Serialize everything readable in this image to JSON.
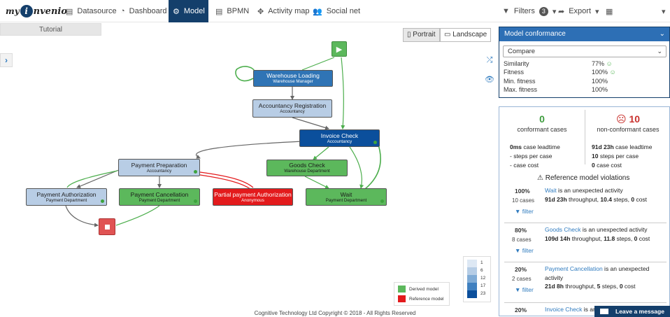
{
  "brand": {
    "my": "my",
    "i": "i",
    "name": "nvenio"
  },
  "nav": {
    "datasource": "Datasource",
    "dashboard": "Dashboard",
    "model": "Model",
    "bpmn": "BPMN",
    "activity_map": "Activity map",
    "social_net": "Social net",
    "filters": "Filters",
    "filters_count": "3",
    "export": "Export"
  },
  "tutorial": "Tutorial",
  "orientation": {
    "portrait": "Portrait",
    "landscape": "Landscape"
  },
  "nodes": {
    "warehouse_loading": {
      "title": "Warehouse Loading",
      "sub": "Warehouse Manager"
    },
    "accountancy_registration": {
      "title": "Accountancy Registration",
      "sub": "Accountancy"
    },
    "invoice_check": {
      "title": "Invoice Check",
      "sub": "Accountancy"
    },
    "payment_preparation": {
      "title": "Payment Preparation",
      "sub": "Accountancy"
    },
    "goods_check": {
      "title": "Goods Check",
      "sub": "Warehouse Department"
    },
    "payment_authorization": {
      "title": "Payment Authorization",
      "sub": "Payment Department"
    },
    "payment_cancellation": {
      "title": "Payment Cancellation",
      "sub": "Payment Department"
    },
    "partial_payment_authorization": {
      "title": "Partial payment Authorization",
      "sub": "Anonymous"
    },
    "wait": {
      "title": "Wait",
      "sub": "Payment Department"
    }
  },
  "legend": {
    "derived": "Derived model",
    "reference": "Reference model",
    "colors": {
      "derived": "#5cb85c",
      "reference": "#e31a1c"
    }
  },
  "scale": {
    "values": [
      "1",
      "6",
      "12",
      "17",
      "23"
    ],
    "colors": [
      "#dde8f4",
      "#b6cde6",
      "#7fabd6",
      "#3f80c0",
      "#0b4f9c"
    ]
  },
  "conformance": {
    "title": "Model conformance",
    "select": "Compare",
    "metrics": [
      {
        "label": "Similarity",
        "value": "77%",
        "smile": true
      },
      {
        "label": "Fitness",
        "value": "100%",
        "smile": true
      },
      {
        "label": "Min. fitness",
        "value": "100%",
        "smile": false
      },
      {
        "label": "Max. fitness",
        "value": "100%",
        "smile": false
      }
    ]
  },
  "cases": {
    "conformant_count": "0",
    "conformant_label": "conformant cases",
    "nonconformant_count": "10",
    "nonconformant_label": "non-conformant cases",
    "left": {
      "leadtime_val": "0ms",
      "leadtime_txt": " case leadtime",
      "steps": "- steps per case",
      "cost": "- case cost"
    },
    "right": {
      "leadtime_val": "91d 23h",
      "leadtime_txt": " case leadtime",
      "steps_val": "10",
      "steps_txt": " steps per case",
      "cost_val": "0",
      "cost_txt": " case cost"
    }
  },
  "violations_title": "Reference model violations",
  "violations": [
    {
      "pct": "100%",
      "cases": "10 cases",
      "activity": "Wait",
      "text": " is an unexpected activity",
      "throughput": "91d 23h",
      "steps": "10.4",
      "cost": "0"
    },
    {
      "pct": "80%",
      "cases": "8 cases",
      "activity": "Goods Check",
      "text": " is an unexpected activity",
      "throughput": "109d 14h",
      "steps": "11.8",
      "cost": "0"
    },
    {
      "pct": "20%",
      "cases": "2 cases",
      "activity": "Payment Cancellation",
      "text": " is an unexpected activity",
      "throughput": "21d 8h",
      "steps": "5",
      "cost": "0"
    },
    {
      "pct": "20%",
      "activity": "Invoice Check",
      "text": " is an unexpected activity"
    }
  ],
  "filter_label": "filter",
  "footer": "Cognitive Technology Ltd Copyright © 2018 - All Rights Reserved",
  "leave_message": "Leave a message"
}
